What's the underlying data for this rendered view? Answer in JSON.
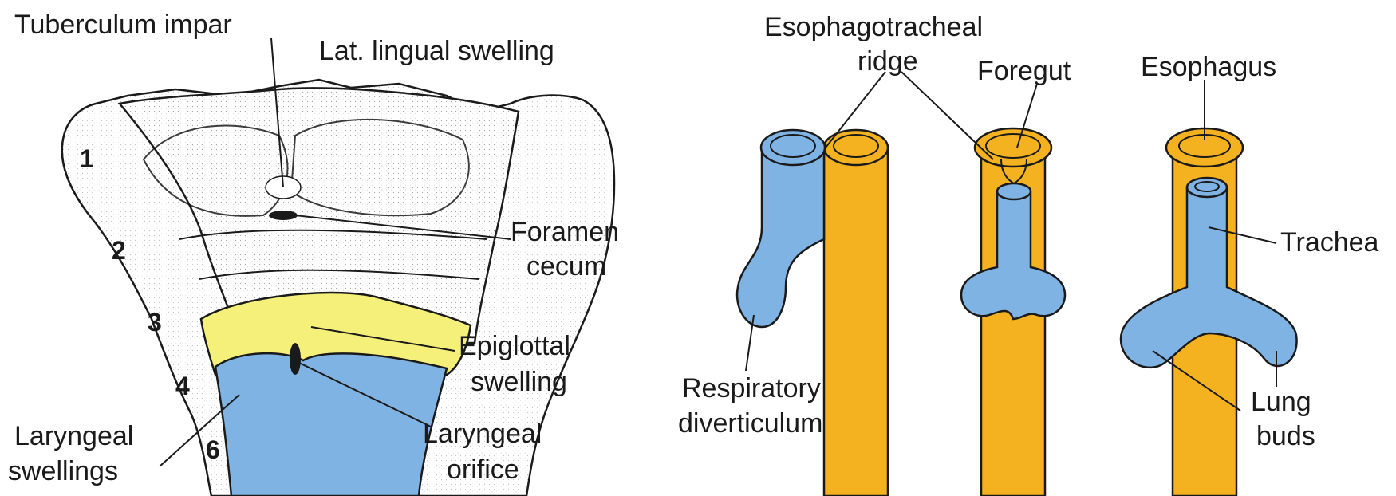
{
  "colors": {
    "esophagus": "#f5b220",
    "respiratory": "#7fb3e3",
    "epiglottal": "#f4f07a",
    "outline": "#1a1a1a",
    "tissue": "#ffffff"
  },
  "left_panel": {
    "labels": {
      "tuberculum_impar": "Tuberculum impar",
      "lat_lingual": "Lat. lingual swelling",
      "foramen_1": "Foramen",
      "foramen_2": "cecum",
      "epiglottal_1": "Epiglottal",
      "epiglottal_2": "swelling",
      "laryngeal_orifice_1": "Laryngeal",
      "laryngeal_orifice_2": "orifice",
      "laryngeal_swellings_1": "Laryngeal",
      "laryngeal_swellings_2": "swellings"
    },
    "arch_numbers": [
      "1",
      "2",
      "3",
      "4",
      "6"
    ]
  },
  "right_panel": {
    "labels": {
      "esophagotracheal_1": "Esophagotracheal",
      "esophagotracheal_2": "ridge",
      "foregut": "Foregut",
      "esophagus": "Esophagus",
      "trachea": "Trachea",
      "respiratory_1": "Respiratory",
      "respiratory_2": "diverticulum",
      "lung_1": "Lung",
      "lung_2": "buds"
    }
  }
}
